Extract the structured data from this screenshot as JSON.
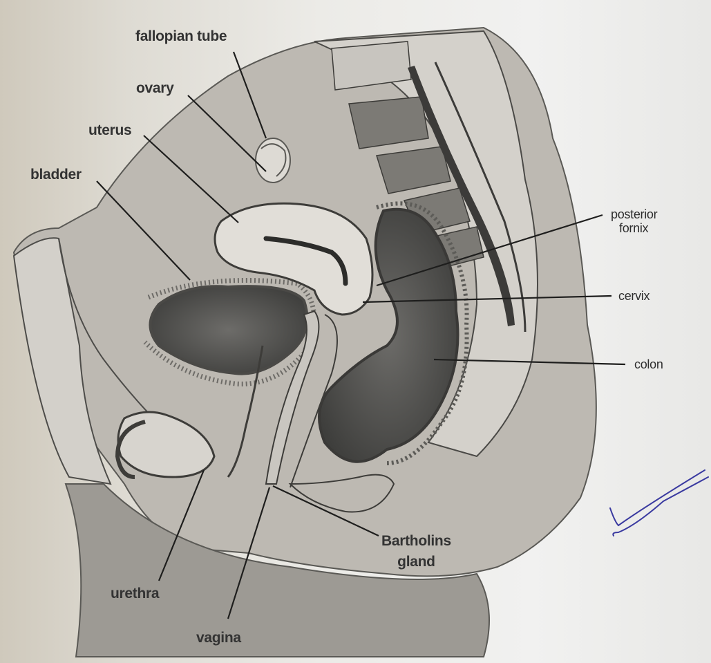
{
  "labels": {
    "fallopian_tube": "fallopian tube",
    "ovary": "ovary",
    "uterus": "uterus",
    "bladder": "bladder",
    "posterior_fornix_line1": "posterior",
    "posterior_fornix_line2": "fornix",
    "cervix": "cervix",
    "colon": "colon",
    "bartholins_line1": "Bartholins",
    "bartholins_line2": "gland",
    "urethra": "urethra",
    "vagina": "vagina"
  },
  "colors": {
    "ink": "#2a2a2a",
    "tissue_light": "#d6d3cd",
    "tissue_mid": "#a9a6a0",
    "tissue_dark": "#4a4a48",
    "checkmark": "#3a3aa0"
  }
}
